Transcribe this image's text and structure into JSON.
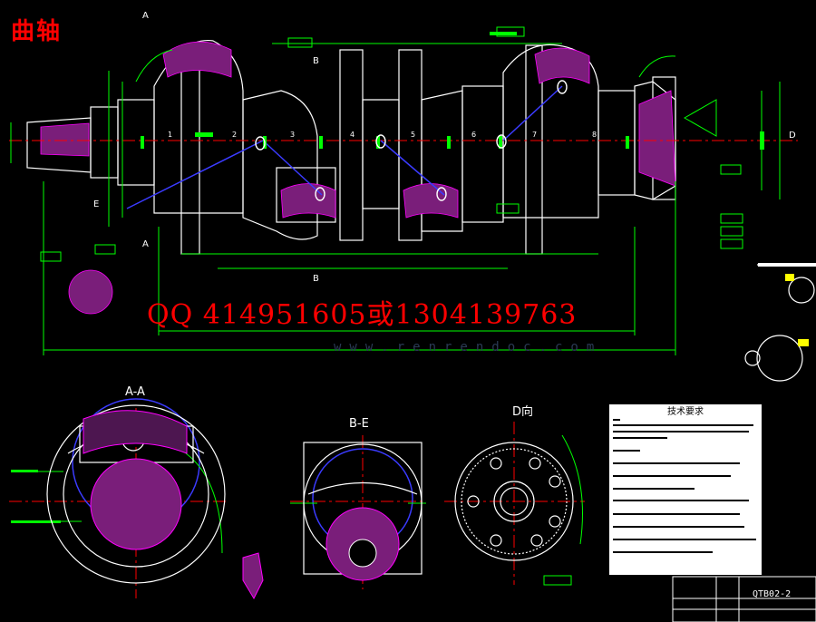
{
  "title": "曲轴",
  "contact": "QQ 414951605或1304139763",
  "watermark": "www.renrendoc.com",
  "sections": {
    "a_a": "A-A",
    "b_e": "B-E",
    "d_view": "D向",
    "cut_a_top": "A",
    "cut_a_bottom": "A",
    "cut_b_top": "B",
    "cut_b_bottom": "B",
    "cut_d": "D",
    "cut_e": "E"
  },
  "journal_numbers": [
    "1",
    "2",
    "3",
    "4",
    "5",
    "6",
    "7",
    "8"
  ],
  "technical_requirements_title": "技术要求",
  "drawing_code": "QTB02-2",
  "colors": {
    "background": "#000000",
    "outline": "#ffffff",
    "dimension": "#00ff00",
    "centerline": "#ff0000",
    "hatch": "#ff00ff",
    "hidden": "#3b3bff",
    "annotation": "#ffff00"
  }
}
